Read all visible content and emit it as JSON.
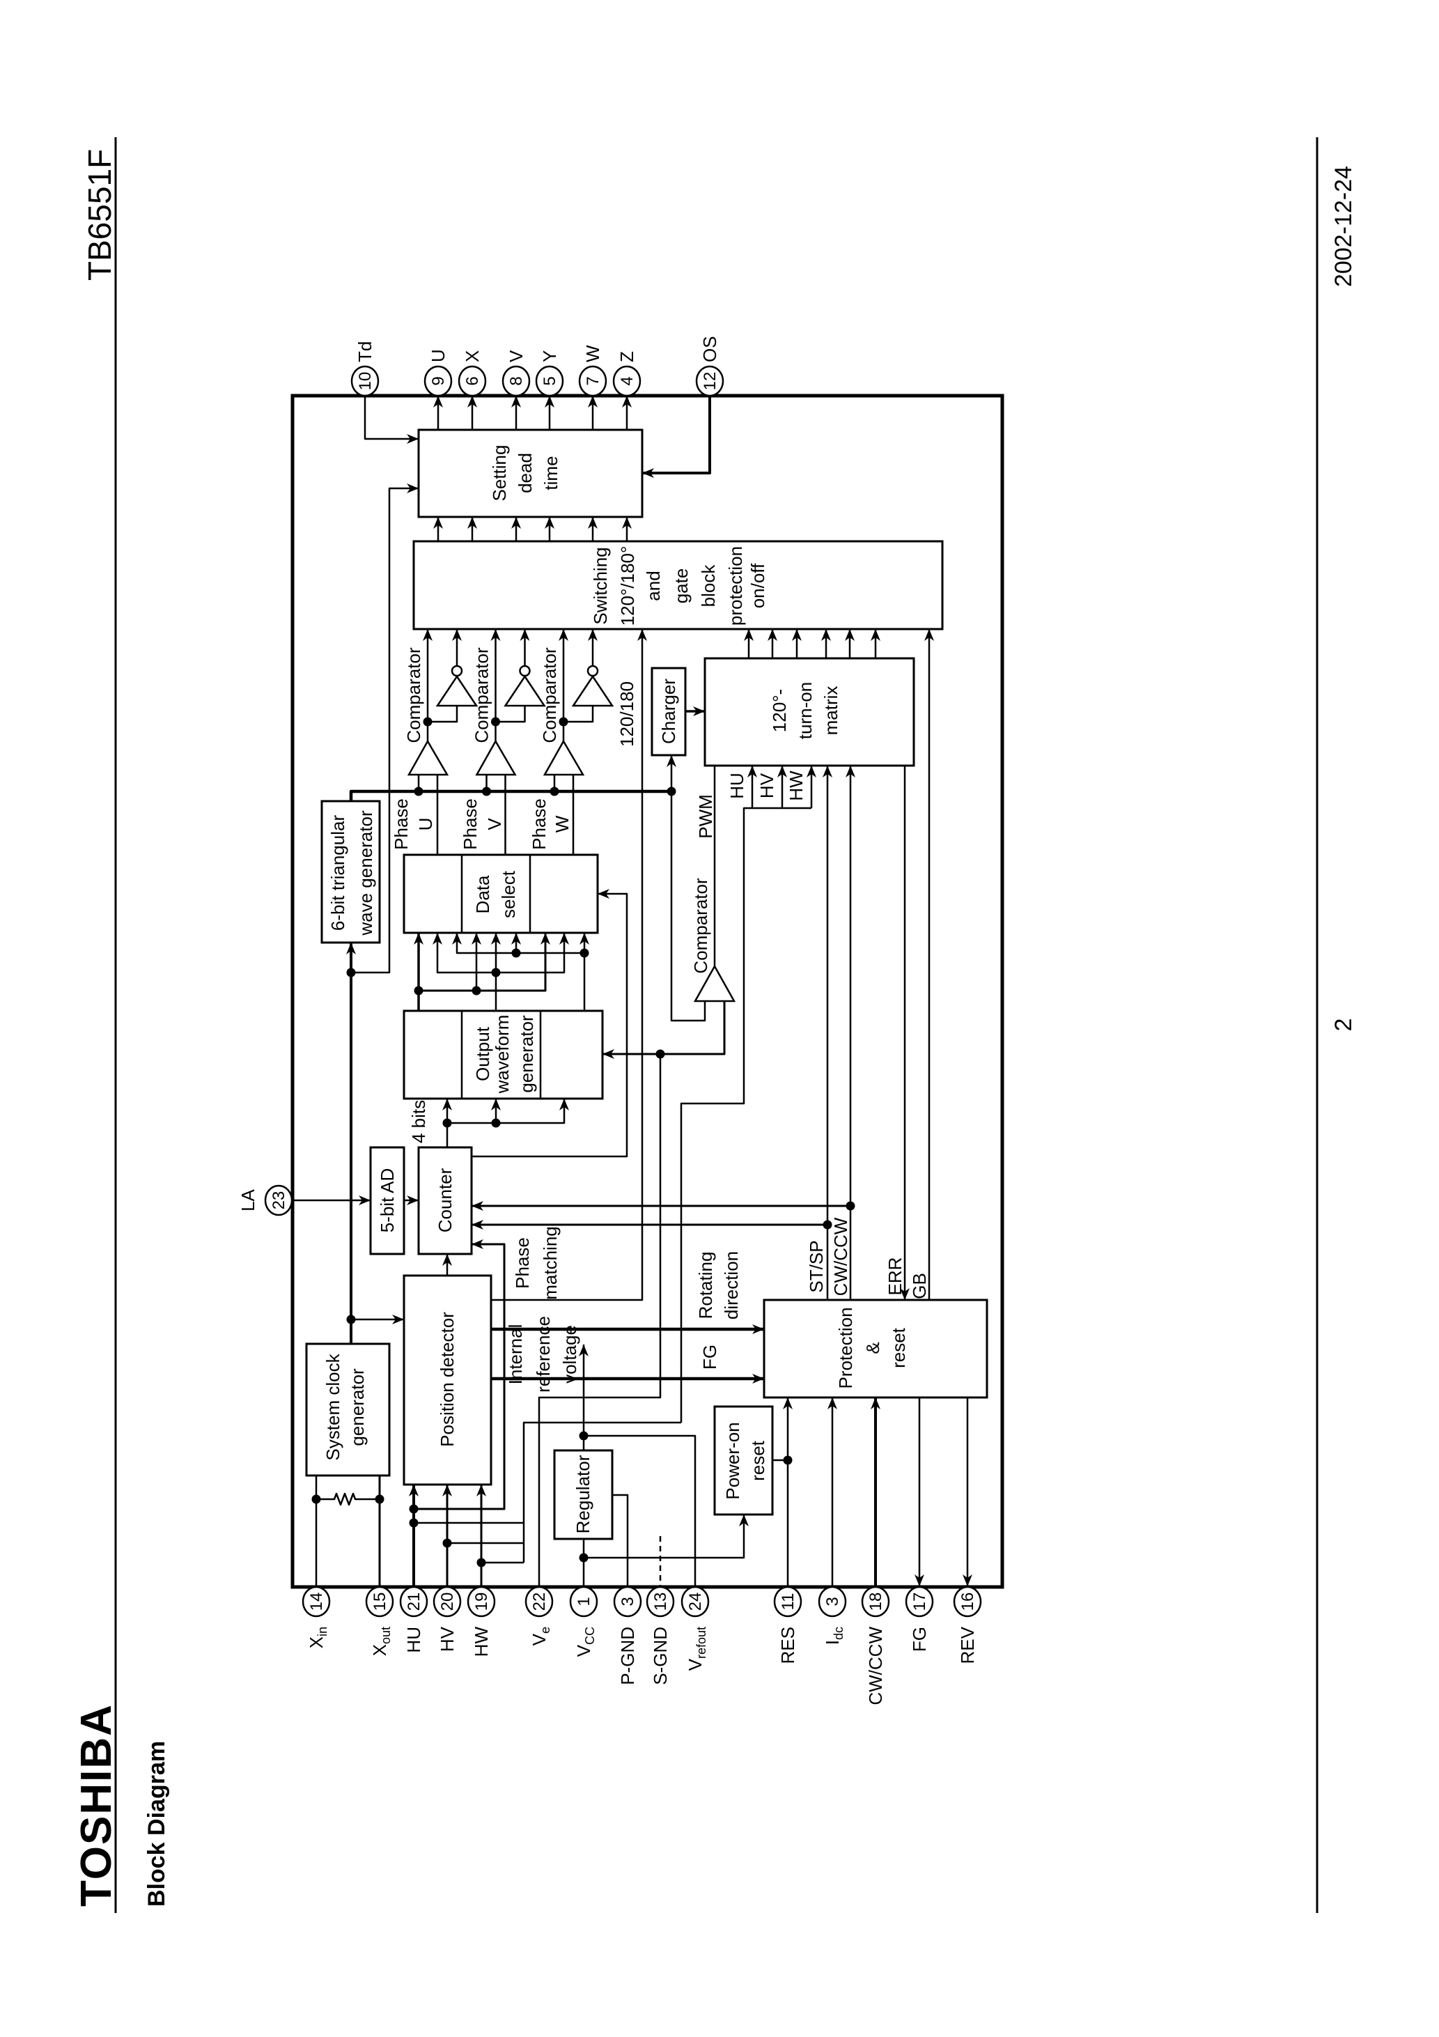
{
  "header": {
    "logo": "TOSHIBA",
    "part_number": "TB6551F",
    "section_title": "Block Diagram"
  },
  "footer": {
    "page_number": "2",
    "date": "2002-12-24"
  },
  "pins_top": [
    {
      "num": "10",
      "label": "Td"
    },
    {
      "num": "9",
      "label": "U"
    },
    {
      "num": "6",
      "label": "X"
    },
    {
      "num": "8",
      "label": "V"
    },
    {
      "num": "5",
      "label": "Y"
    },
    {
      "num": "7",
      "label": "W"
    },
    {
      "num": "4",
      "label": "Z"
    },
    {
      "num": "12",
      "label": "OS"
    }
  ],
  "pin_left": {
    "num": "23",
    "label": "LA"
  },
  "pins_bottom": [
    {
      "num": "14",
      "label": "X",
      "sub": "in"
    },
    {
      "num": "15",
      "label": "X",
      "sub": "out"
    },
    {
      "num": "21",
      "label": "HU",
      "sub": ""
    },
    {
      "num": "20",
      "label": "HV",
      "sub": ""
    },
    {
      "num": "19",
      "label": "HW",
      "sub": ""
    },
    {
      "num": "22",
      "label": "V",
      "sub": "e"
    },
    {
      "num": "1",
      "label": "V",
      "sub": "CC"
    },
    {
      "num": "3",
      "label": "P-GND",
      "sub": ""
    },
    {
      "num": "13",
      "label": "S-GND",
      "sub": ""
    },
    {
      "num": "24",
      "label": "V",
      "sub": "refout"
    },
    {
      "num": "11",
      "label": "RES",
      "sub": ""
    },
    {
      "num": "3",
      "label": "I",
      "sub": "dc"
    },
    {
      "num": "18",
      "label": "CW/CCW",
      "sub": ""
    },
    {
      "num": "17",
      "label": "FG",
      "sub": ""
    },
    {
      "num": "16",
      "label": "REV",
      "sub": ""
    }
  ],
  "blocks": {
    "dead_time": [
      "Setting",
      "dead",
      "time"
    ],
    "switching": [
      "Switching",
      "120°/180°",
      "and",
      "gate",
      "block",
      "protection",
      "on/off"
    ],
    "comparator": "Comparator",
    "charger": "Charger",
    "matrix": [
      "120°-",
      "turn-on",
      "matrix"
    ],
    "triangular": [
      "6-bit triangular",
      "wave generator"
    ],
    "data_select": [
      "Data",
      "select"
    ],
    "output_waveform": [
      "Output",
      "waveform",
      "generator"
    ],
    "counter": "Counter",
    "ad": "5-bit AD",
    "position_detector": "Position detector",
    "system_clock": [
      "System clock",
      "generator"
    ],
    "regulator": "Regulator",
    "power_on_reset": [
      "Power-on",
      "reset"
    ],
    "protection": [
      "Protection",
      "&",
      "reset"
    ]
  },
  "signals": {
    "phase": "Phase",
    "phase_u": "U",
    "phase_v": "V",
    "phase_w": "W",
    "sel_120_180": "120/180",
    "pwm": "PWM",
    "hu": "HU",
    "hv": "HV",
    "hw": "HW",
    "four_bits": "4 bits",
    "phase_matching": [
      "Phase",
      "matching"
    ],
    "rotating_direction": [
      "Rotating",
      "direction"
    ],
    "internal_reference": [
      "Internal",
      "reference",
      "voltage"
    ],
    "fg": "FG",
    "st_sp": "ST/SP",
    "cw_ccw": "CW/CCW",
    "err": "ERR",
    "gb": "GB"
  }
}
